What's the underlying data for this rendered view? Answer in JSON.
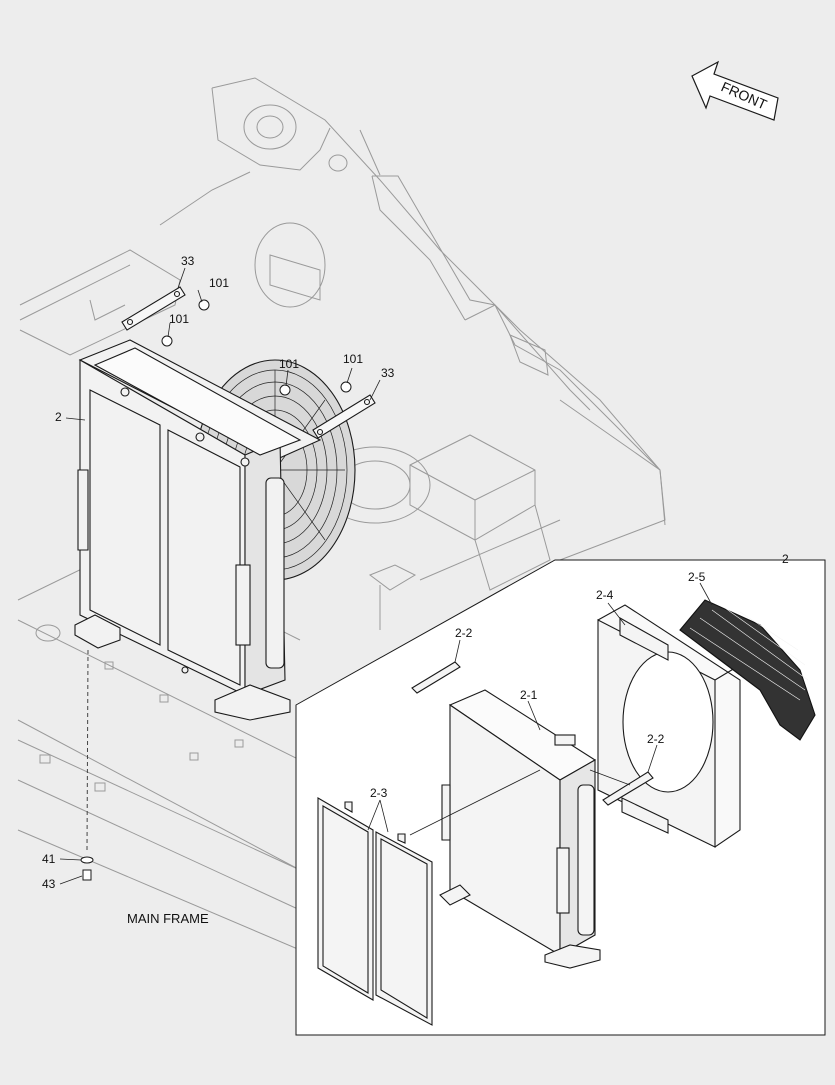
{
  "diagram": {
    "direction_label": "FRONT",
    "frame_label": "MAIN FRAME",
    "callouts": {
      "bracket_left": "33",
      "bracket_right": "33",
      "bolt_1": "101",
      "bolt_2": "101",
      "bolt_3": "101",
      "bolt_4": "101",
      "assembly": "2",
      "detail_assembly": "2",
      "washer": "41",
      "bolt_bottom": "43",
      "core": "2-1",
      "stay_upper": "2-2",
      "stay_lower": "2-2",
      "screens": "2-3",
      "shroud": "2-4",
      "fan_guard": "2-5"
    }
  }
}
